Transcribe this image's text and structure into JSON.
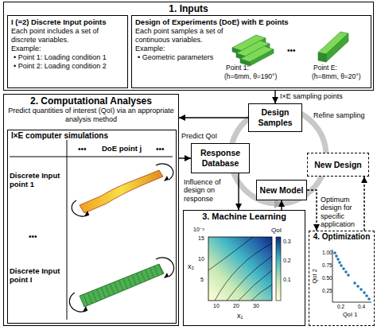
{
  "diagram": {
    "nodes": [
      {
        "text": [
          "1. Inputs"
        ]
      },
      {
        "text": [
          "I (=2) Discrete Input points",
          "Each point includes a set of discrete variables.",
          "Example:",
          "• Point 1: Loading condition 1",
          "• Point 2: Loading condition 2"
        ],
        "in": 0
      },
      {
        "text": [
          "Design of Experiments (DoE) with E points",
          "Each point samples a set of continuous variables.",
          "Example:",
          "• Geometric parameters"
        ],
        "in": 0
      },
      {
        "text": [
          "2. Computational Analyses",
          "Predict quantities of interest (QoI) via an appropriate analysis method"
        ]
      },
      {
        "text": [
          "I×E computer simulations"
        ],
        "in": 3
      },
      {
        "text": [
          "Design Samples"
        ]
      },
      {
        "text": [
          "Response Database"
        ]
      },
      {
        "text": [
          "New Design"
        ]
      },
      {
        "text": [
          "New Model"
        ]
      },
      {
        "text": [
          "3. Machine Learning"
        ]
      },
      {
        "text": [
          "4. Optimization"
        ]
      }
    ],
    "edges": [
      {
        "from": 0,
        "to": 5,
        "label": "I×E sampling points",
        "arrow": "to"
      },
      {
        "from": 5,
        "to": 3,
        "arrow": "to"
      },
      {
        "from": 3,
        "to": 6,
        "label": "Predict QoI",
        "arrow": "to"
      },
      {
        "from": 6,
        "to": 9,
        "label": "Influence of design on response",
        "arrow": "to"
      },
      {
        "from": 9,
        "to": 8,
        "arrow": "to"
      },
      {
        "from": 8,
        "to": 10,
        "arrow": "to"
      },
      {
        "from": 10,
        "to": 7,
        "label": "Optimum design for specific application",
        "arrow": "to"
      }
    ],
    "labels": [
      "Point 1:",
      "(h=6mm, θ=190°)",
      "•••",
      "Point E:",
      "(h=8mm, θ=20°)",
      "•••",
      "DoE point j",
      "•••",
      "Discrete Input point 1",
      "•••",
      "Discrete Input point I",
      "Refine sampling",
      "10⁻³",
      "15",
      "10",
      "5",
      "x₂",
      "10",
      "20",
      "30",
      "x₁",
      "QoI",
      "0.3",
      "0.2",
      "0.1",
      "1.00",
      "0.75",
      "0.50",
      "0.25",
      "QoI 2",
      "0.2",
      "0.4",
      "QoI 1"
    ]
  }
}
